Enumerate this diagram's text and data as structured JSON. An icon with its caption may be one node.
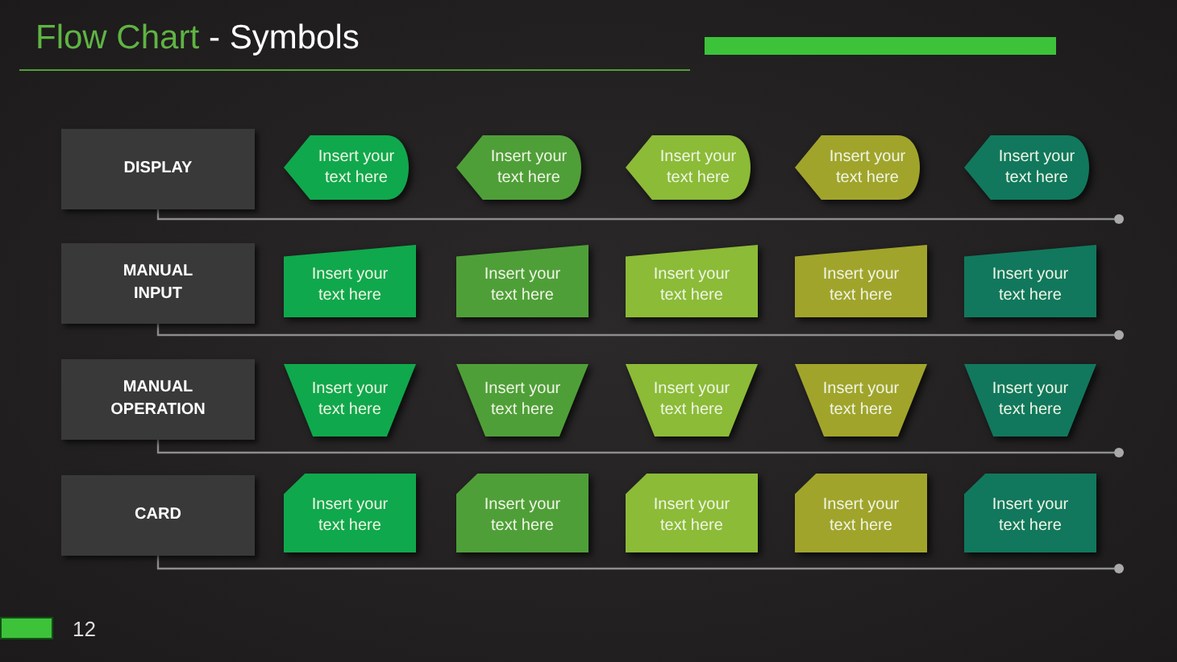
{
  "diagram": {
    "title": "Flow Chart",
    "nodes": [
      {
        "text": [
          "DISPLAY"
        ]
      },
      {
        "text": [
          "Insert your text here"
        ]
      },
      {
        "text": [
          "Insert your text here"
        ]
      },
      {
        "text": [
          "Insert your text here"
        ]
      },
      {
        "text": [
          "Insert your text here"
        ]
      },
      {
        "text": [
          "Insert your text here"
        ]
      },
      {
        "text": [],
        "shape": "circle"
      },
      {
        "text": [
          "MANUAL INPUT"
        ]
      },
      {
        "text": [
          "Insert your text here"
        ]
      },
      {
        "text": [
          "Insert your text here"
        ]
      },
      {
        "text": [
          "Insert your text here"
        ]
      },
      {
        "text": [
          "Insert your text here"
        ]
      },
      {
        "text": [
          "Insert your text here"
        ]
      },
      {
        "text": [],
        "shape": "circle"
      },
      {
        "text": [
          "MANUAL OPERATION"
        ]
      },
      {
        "text": [
          "Insert your text here"
        ]
      },
      {
        "text": [
          "Insert your text here"
        ]
      },
      {
        "text": [
          "Insert your text here"
        ]
      },
      {
        "text": [
          "Insert your text here"
        ]
      },
      {
        "text": [
          "Insert your text here"
        ]
      },
      {
        "text": [],
        "shape": "circle"
      },
      {
        "text": [
          "CARD"
        ]
      },
      {
        "text": [
          "Insert your text here"
        ]
      },
      {
        "text": [
          "Insert your text here"
        ]
      },
      {
        "text": [
          "Insert your text here"
        ]
      },
      {
        "text": [
          "Insert your text here"
        ]
      },
      {
        "text": [
          "Insert your text here"
        ]
      },
      {
        "text": [],
        "shape": "circle"
      }
    ],
    "edges": [
      {
        "from": 0,
        "to": 6,
        "arrow": "none"
      },
      {
        "from": 7,
        "to": 13,
        "arrow": "none"
      },
      {
        "from": 14,
        "to": 20,
        "arrow": "none"
      },
      {
        "from": 21,
        "to": 27,
        "arrow": "none"
      }
    ],
    "labels": [
      "- Symbols",
      "12"
    ]
  }
}
